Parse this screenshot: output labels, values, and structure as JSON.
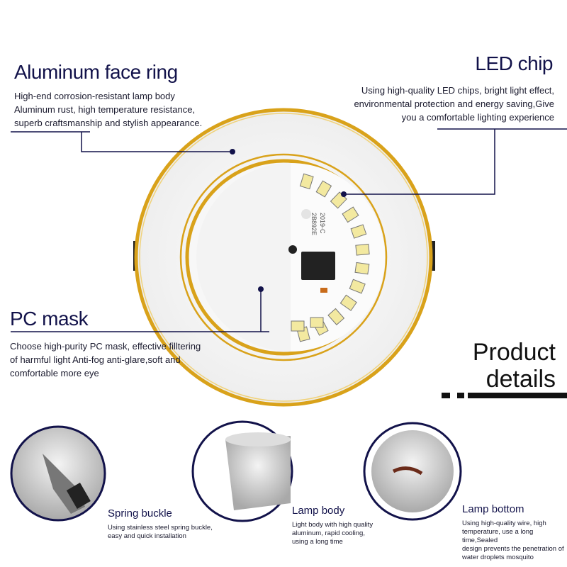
{
  "features": {
    "aluminum": {
      "title": "Aluminum face ring",
      "lines": [
        "High-end corrosion-resistant lamp body",
        "Aluminum rust, high temperature resistance,",
        "superb craftsmanship and stylish appearance."
      ]
    },
    "led": {
      "title": "LED chip",
      "lines": [
        "Using high-quality LED chips, bright light effect,",
        "environmental protection and energy saving,Give",
        "you a comfortable lighting experience"
      ]
    },
    "pc": {
      "title": "PC mask",
      "lines": [
        "Choose high-purity PC mask, effective fillte­ring",
        "of harmful light Anti-fog anti-glare,soft and",
        "comfortable more eye"
      ]
    }
  },
  "heading": {
    "line1": "Product",
    "line2": "details"
  },
  "details": [
    {
      "title": "Spring buckle",
      "lines": [
        "Using stainless steel spring buckle,",
        "easy and quick installation"
      ]
    },
    {
      "title": "Lamp body",
      "lines": [
        "Light body with high quality",
        "aluminum, rapid cooling,",
        "using a long time"
      ]
    },
    {
      "title": "Lamp bottom",
      "lines": [
        "Using high-quality wire, high",
        "temperature, use a long time,Sealed",
        "design prevents the penetration of",
        "water droplets mosquito"
      ]
    }
  ],
  "pcb_labels": [
    "2B892E",
    "2019-C"
  ],
  "colors": {
    "navy": "#12124a",
    "gold": "#d9a21a",
    "led": "#f3e9a0"
  }
}
